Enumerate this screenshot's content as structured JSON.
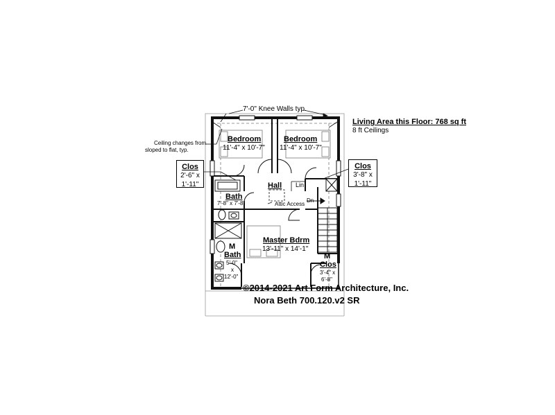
{
  "top_label": "7'-0\" Knee Walls typ.",
  "ceiling_note": {
    "line1": "Ceiling changes from",
    "line2": "sloped to flat, typ."
  },
  "info": {
    "living_area": "Living Area this Floor: 768 sq ft",
    "ceilings": "8 ft Ceilings"
  },
  "rooms": {
    "bedroom_left": {
      "name": "Bedroom",
      "dims": "11'-4\" x 10'-7\""
    },
    "bedroom_right": {
      "name": "Bedroom",
      "dims": "11'-4\" x 10'-7\""
    },
    "hall": {
      "name": "Hall"
    },
    "lin": {
      "name": "Lin"
    },
    "attic": {
      "name": "Attic Access"
    },
    "dn": {
      "name": "Dn"
    },
    "bath": {
      "name": "Bath",
      "dims": "7'-8\" x 7'-8\""
    },
    "master_bdrm": {
      "name": "Master Bdrm",
      "dims": "13'-11\" x 14'-1\""
    },
    "m_bath": {
      "line1": "M",
      "line2": "Bath",
      "dims1": "5'-0\"",
      "dims2": "x",
      "dims3": "12'-0\""
    },
    "m_clos": {
      "line1": "M",
      "line2": "Clos",
      "dims1": "3'-4\" x",
      "dims2": "6'-8\""
    }
  },
  "clos_left": {
    "name": "Clos",
    "d1": "2'-6\" x",
    "d2": "1'-11\""
  },
  "clos_right": {
    "name": "Clos",
    "d1": "3'-8\" x",
    "d2": "1'-11\""
  },
  "copyright": "©2014-2021 Art Form Architecture, Inc.",
  "plan_name": "Nora Beth 700.120.v2 SR"
}
